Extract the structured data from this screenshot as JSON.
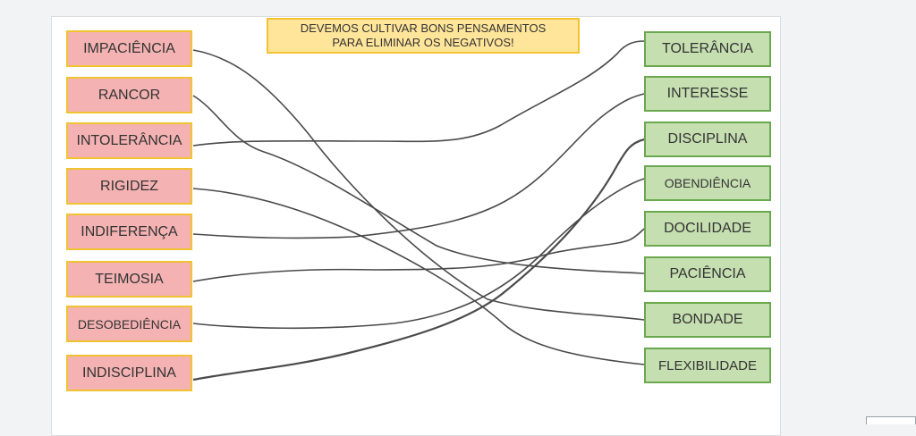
{
  "title": {
    "line1": "DEVEMOS CULTIVAR BONS PENSAMENTOS",
    "line2": "PARA ELIMINAR OS NEGATIVOS!"
  },
  "negatives": [
    "IMPACIÊNCIA",
    "RANCOR",
    "INTOLERÂNCIA",
    "RIGIDEZ",
    "INDIFERENÇA",
    "TEIMOSIA",
    "DESOBEDIÊNCIA",
    "INDISCIPLINA"
  ],
  "positives": [
    "TOLERÂNCIA",
    "INTERESSE",
    "DISCIPLINA",
    "OBENDIÊNCIA",
    "DOCILIDADE",
    "PACIÊNCIA",
    "BONDADE",
    "FLEXIBILIDADE"
  ],
  "colors": {
    "negative_fill": "#f4b2b2",
    "negative_border": "#f1c232",
    "positive_fill": "#c6dfb1",
    "positive_border": "#6aa84f",
    "title_fill": "#ffe599"
  }
}
